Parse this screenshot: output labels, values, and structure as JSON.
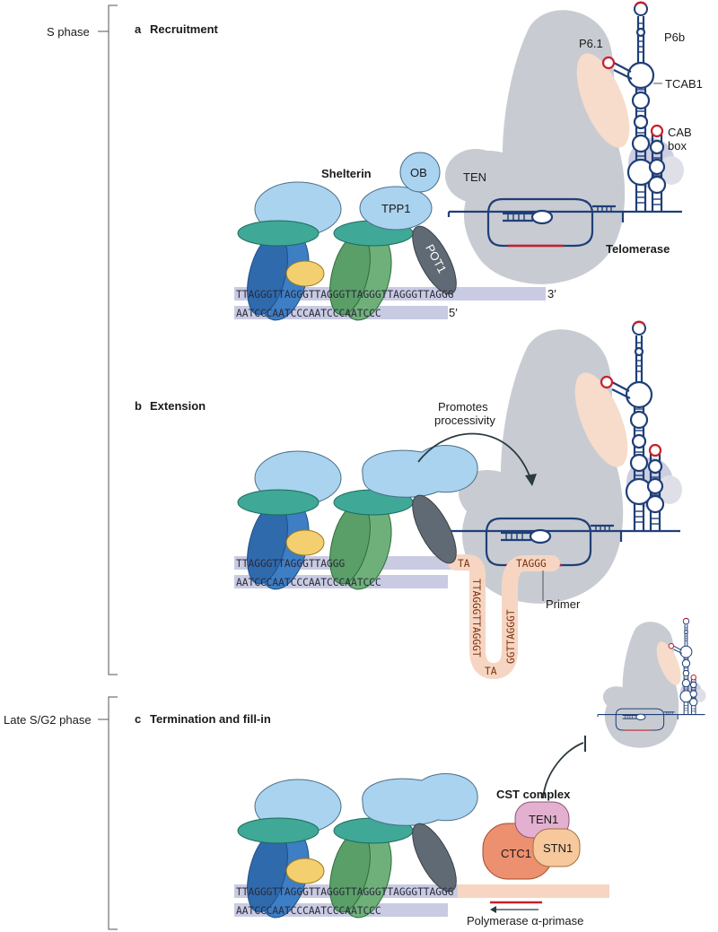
{
  "phases": [
    {
      "label": "S phase"
    },
    {
      "label": "Late S/G2 phase"
    }
  ],
  "panels": [
    {
      "letter": "a",
      "title": "Recruitment"
    },
    {
      "letter": "b",
      "title": "Extension"
    },
    {
      "letter": "c",
      "title": "Termination and fill-in"
    }
  ],
  "labels": {
    "shelterin": "Shelterin",
    "ob": "OB",
    "ten": "TEN",
    "tpp1": "TPP1",
    "pot1": "POT1",
    "telomerase": "Telomerase",
    "p61": "P6.1",
    "p6b": "P6b",
    "tcab1": "TCAB1",
    "cab_box_1": "CAB",
    "cab_box_2": "box",
    "promotes_1": "Promotes",
    "promotes_2": "processivity",
    "primer": "Primer",
    "cst_complex": "CST complex",
    "ten1": "TEN1",
    "stn1": "STN1",
    "ctc1": "CTC1",
    "polymerase": "Polymerase α-primase"
  },
  "sequences": {
    "a_top": "TTAGGGTTAGGGTTAGGGTTAGGGTTAGGGTTAGGG",
    "a_top_end": "3′",
    "a_bottom": "AATCCCAATCCCAATCCCAATCCC",
    "a_bottom_end": "5′",
    "b_top": "TTAGGGTTAGGGTTAGGG",
    "b_bottom": "AATCCCAATCCCAATCCCAATCCC",
    "b_loop_down": "TTAGGGTTAGGGT",
    "b_loop_turn": "TA",
    "b_loop_up": "GGTTAGGGT",
    "b_loop_top": "TAGGG",
    "c_top": "TTAGGGTTAGGGTTAGGGTTAGGGTTAGGGTTAGGG",
    "c_bottom": "AATCCCAATCCCAATCCCAATCCC"
  },
  "colors": {
    "dna_bg": "#c9cbe2",
    "extension_bg": "#f6d6c2",
    "telomerase_body": "#c8ccd2",
    "rna": "#1f3f78",
    "red_accent": "#c8202a",
    "blue_protein": "#3d7ec4",
    "green_protein": "#5a9e68",
    "teal_protein": "#3fa896",
    "light_blue": "#a9d3ef",
    "yellow": "#f3cf70",
    "pot1": "#606a74",
    "ten1": "#e3b0d0",
    "ctc1": "#ec9070",
    "stn1": "#f6c89c",
    "tcab1": "#f7dccb"
  }
}
